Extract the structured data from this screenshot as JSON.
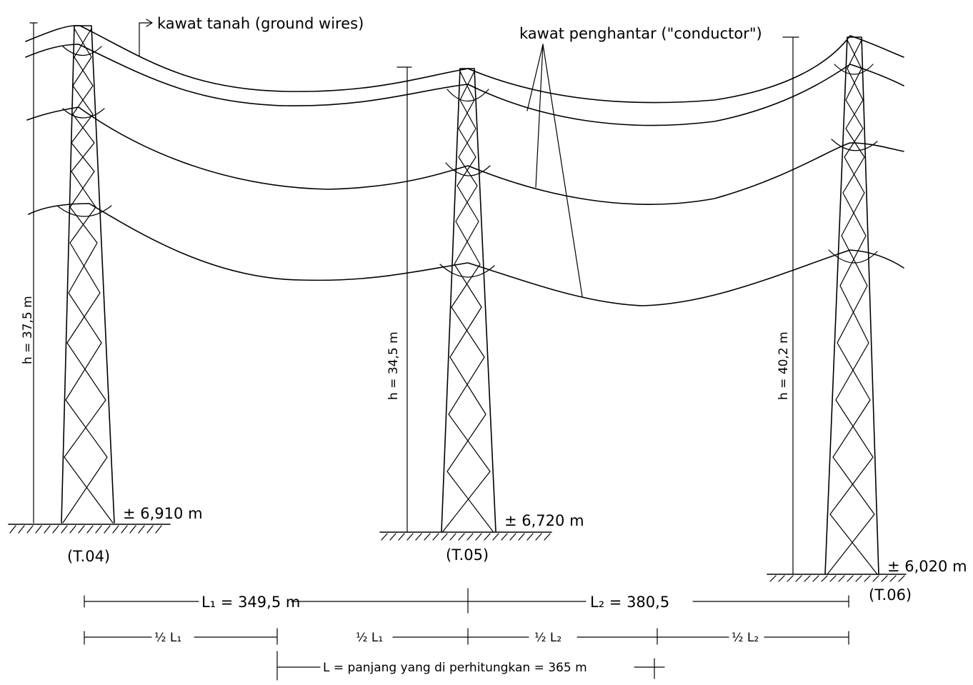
{
  "annotations": {
    "ground_wires_label": "kawat tanah (ground wires)",
    "conductor_label": "kawat penghantar (\"conductor\")"
  },
  "towers": [
    {
      "id": "t04",
      "label": "(T.04)",
      "height_label": "h = 37,5 m",
      "elevation_label": "± 6,910 m"
    },
    {
      "id": "t05",
      "label": "(T.05)",
      "height_label": "h = 34,5 m",
      "elevation_label": "± 6,720 m"
    },
    {
      "id": "t06",
      "label": "(T.06)",
      "height_label": "h = 40,2 m",
      "elevation_label": "± 6,020 m"
    }
  ],
  "spans": {
    "l1_label": "L₁ = 349,5 m",
    "l2_label": "L₂ = 380,5",
    "half_l1_a": "½ L₁",
    "half_l1_b": "½ L₁",
    "half_l2_a": "½ L₂",
    "half_l2_b": "½ L₂",
    "calc_length_label": "L = panjang yang di perhitungkan = 365 m"
  }
}
